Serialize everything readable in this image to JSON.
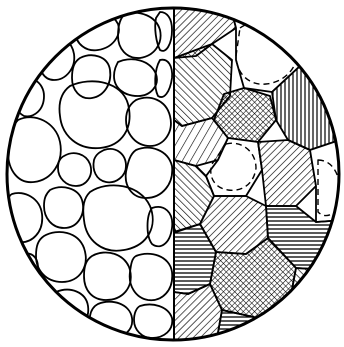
{
  "figure": {
    "ink_color": "#000000",
    "paper_color": "#ffffff",
    "left_half": {
      "fill": "none",
      "cell_style": "outline"
    },
    "right_half": {
      "patterns": [
        "hatch-diagonal",
        "hatch-diagonal-reverse",
        "hatch-horizontal",
        "cross-hatch",
        "blank",
        "dashed-outline"
      ]
    }
  }
}
